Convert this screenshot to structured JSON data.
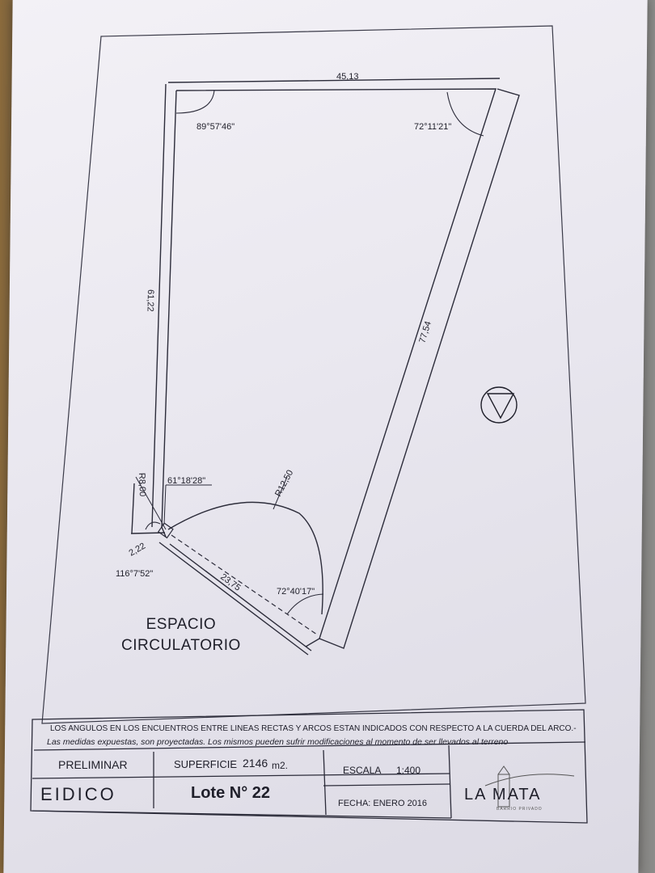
{
  "plan": {
    "top_length": "45,13",
    "left_length": "61,22",
    "diagonal_length": "77,54",
    "bottom_length": "23,75",
    "small_length": "2,22",
    "angle_top_left": "89°57'46\"",
    "angle_top_right": "72°11'21\"",
    "angle_small_top": "61°18'28\"",
    "angle_small_bottom": "116°7'52\"",
    "angle_bottom_right": "72°40'17\"",
    "radius_small": "R8,00",
    "radius_large": "R12,50",
    "area_label_line1": "ESPACIO",
    "area_label_line2": "CIRCULATORIO"
  },
  "notes": {
    "line1": "LOS ANGULOS EN LOS ENCUENTROS ENTRE LINEAS RECTAS Y ARCOS ESTAN INDICADOS CON RESPECTO A LA CUERDA DEL ARCO.-",
    "line2": "Las medidas expuestas, son proyectadas. Los mismos pueden sufrir modificaciones al momento de ser llevados al terreno"
  },
  "title_block": {
    "status": "PRELIMINAR",
    "surface_label": "SUPERFICIE",
    "surface_value": "2146",
    "surface_unit": "m2.",
    "scale_label": "ESCALA",
    "scale_value": "1:400",
    "company": "EIDICO",
    "lot": "Lote N° 22",
    "date": "FECHA: ENERO 2016",
    "brand": "LA MATA",
    "brand_sub": "BARRIO PRIVADO"
  }
}
